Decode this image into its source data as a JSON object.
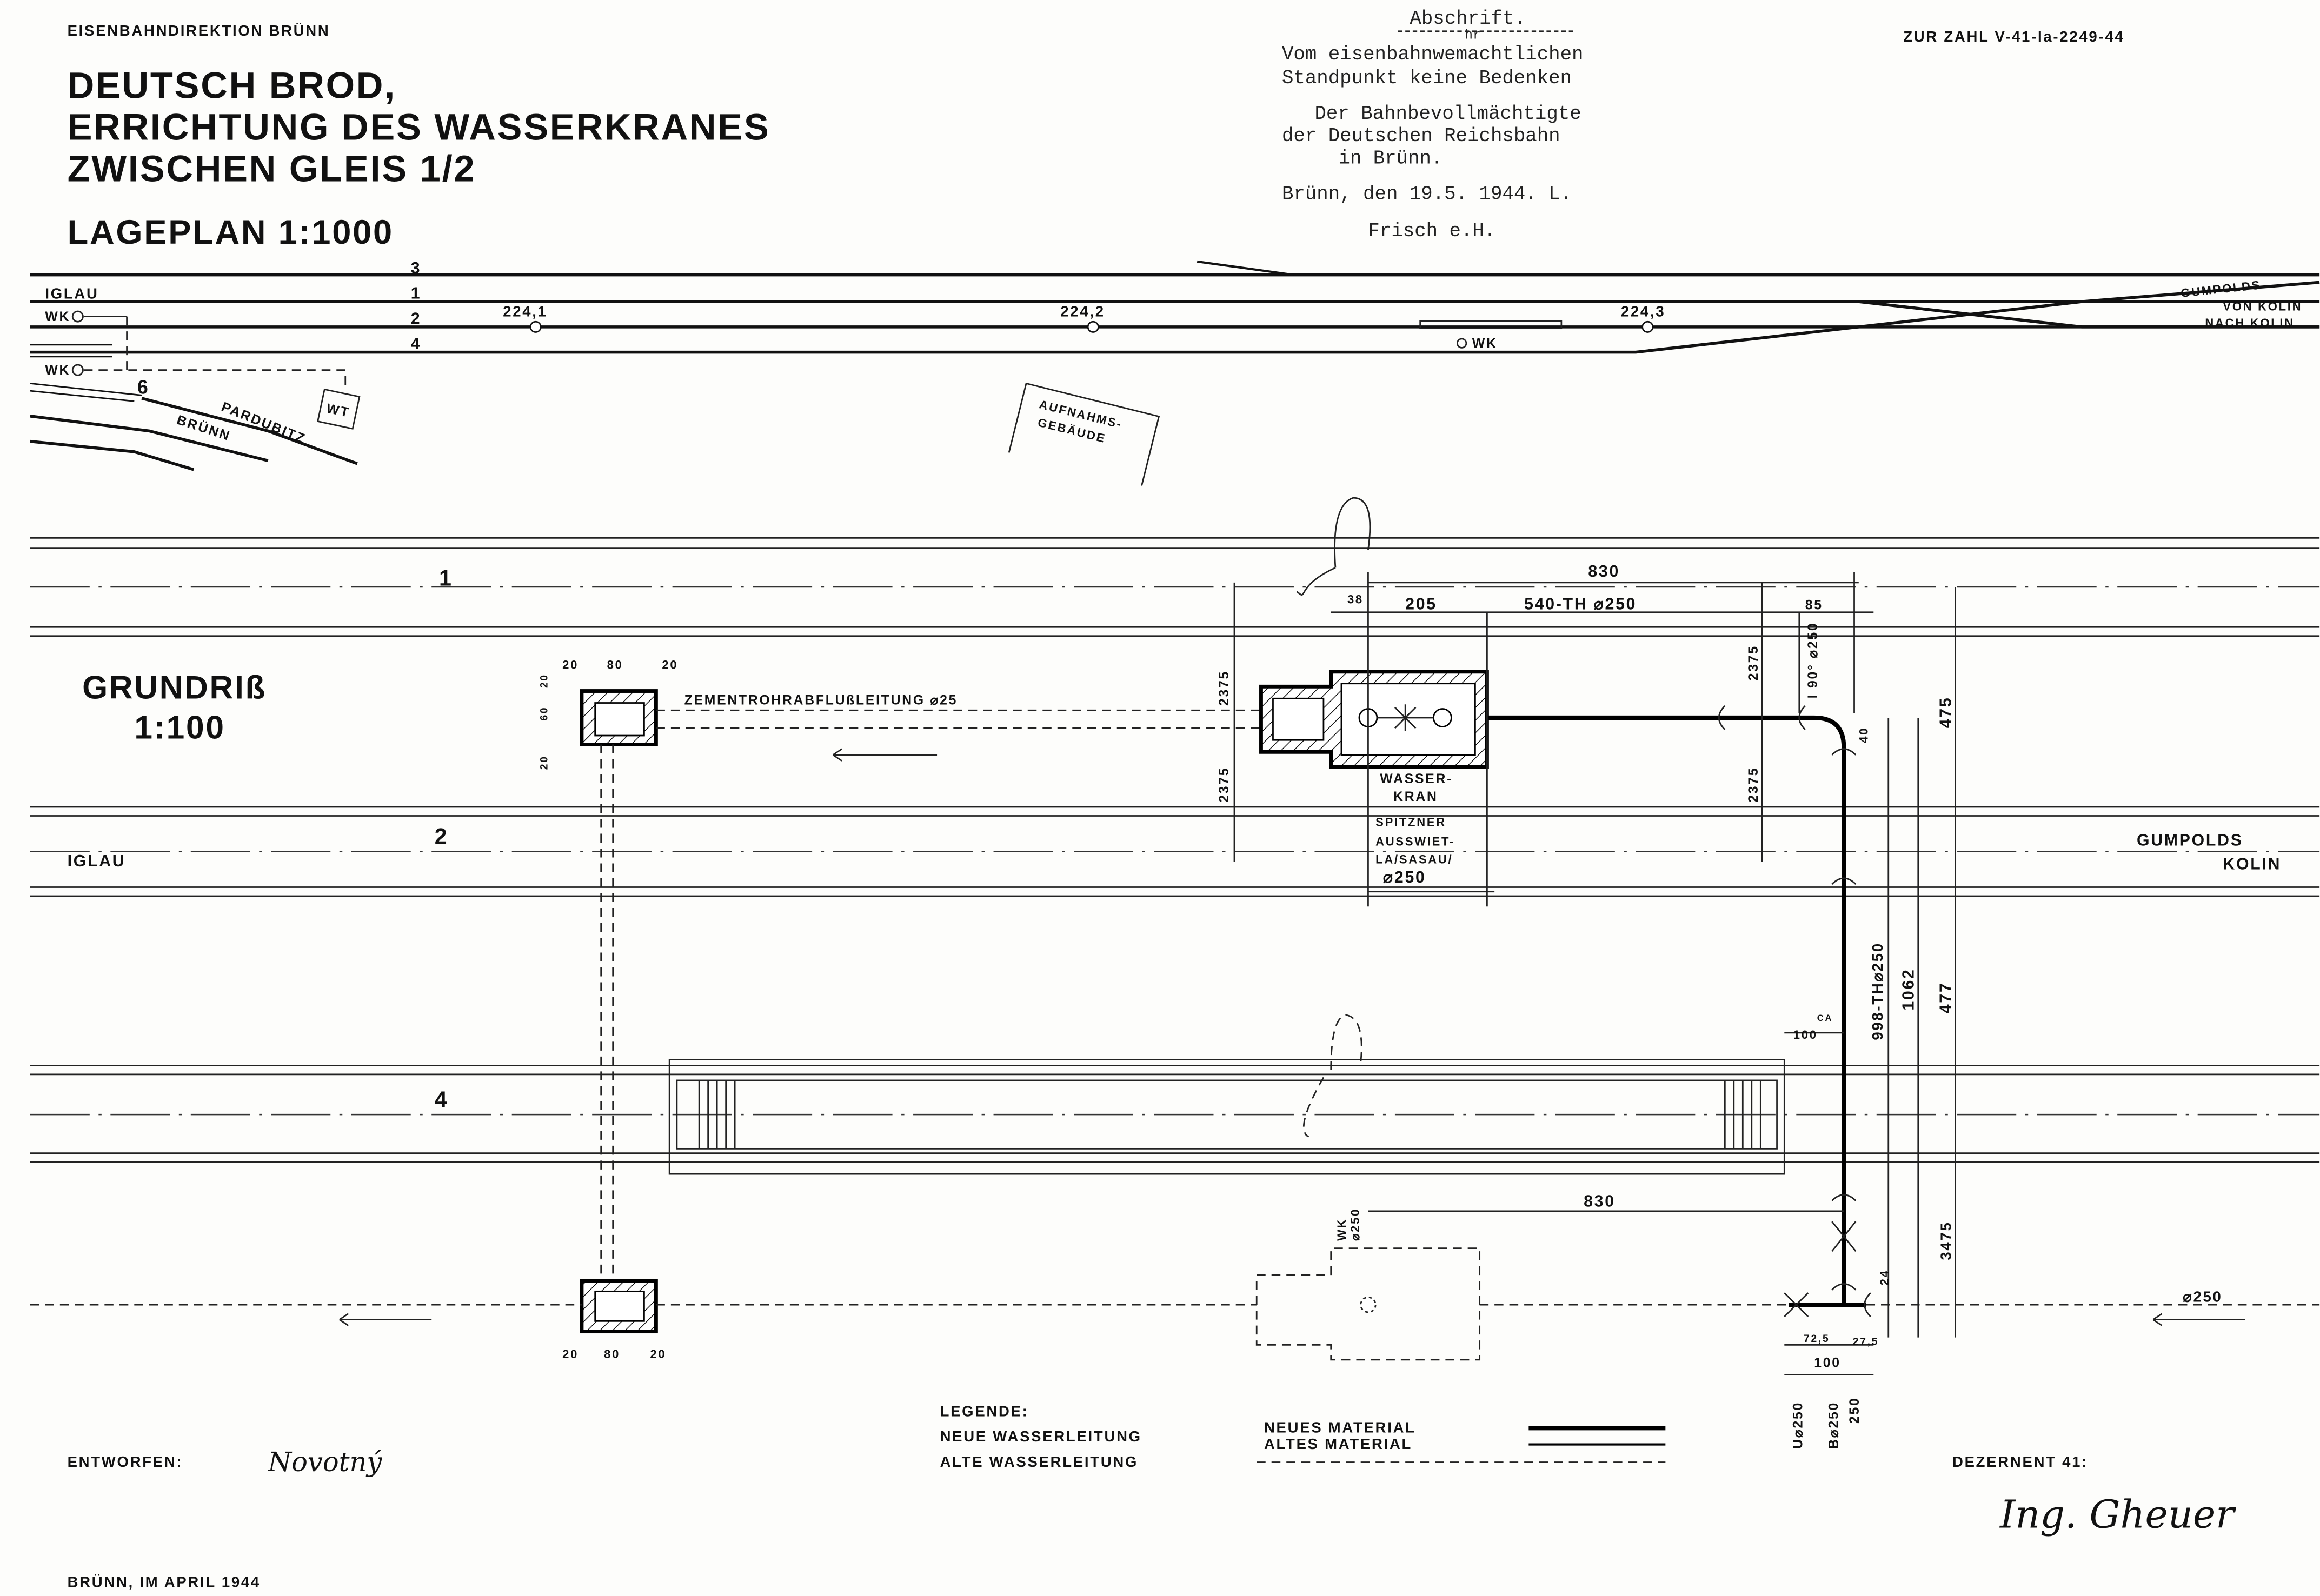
{
  "header": {
    "authority": "EISENBAHNDIREKTION BRÜNN",
    "title_lines": [
      "DEUTSCH BROD,",
      "ERRICHTUNG DES WASSERKRANES",
      "ZWISCHEN GLEIS 1/2"
    ],
    "site_plan_label": "LAGEPLAN 1:1000",
    "file_number": "ZUR ZAHL V-41-Ia-2249-44"
  },
  "approval_note": {
    "heading": "Abschrift.",
    "insertion": "hr",
    "lines": [
      "Vom eisenbahnwemachtlichen",
      "Standpunkt keine Bedenken",
      "Der Bahnbevollmächtigte",
      "der Deutschen Reichsbahn",
      "in Brünn.",
      "Brünn, den 19.5. 1944.   L.",
      "Frisch    e.H."
    ]
  },
  "site_plan": {
    "track_numbers": [
      "3",
      "1",
      "2",
      "4",
      "6"
    ],
    "direction_left": "IGLAU",
    "water_crane_labels": [
      "WK",
      "WK",
      "WK"
    ],
    "kilometer_marks": [
      "224,1",
      "224,2",
      "224,3"
    ],
    "branch_labels": [
      "PARDUBITZ",
      "BRÜNN"
    ],
    "water_tower": "WT",
    "station_building": [
      "AUFNAHMS-",
      "GEBÄUDE"
    ],
    "right_labels": [
      "GUMPOLDS",
      "VON KOLIN",
      "NACH KOLIN"
    ]
  },
  "ground_plan": {
    "label_lines": [
      "GRUNDRIß",
      "1:100"
    ],
    "track_numbers": [
      "1",
      "2",
      "4"
    ],
    "direction_left": "IGLAU",
    "direction_right": [
      "GUMPOLDS",
      "KOLIN"
    ],
    "drain_label": "ZEMENTROHRABFLUßLEITUNG ⌀25",
    "crane_label": [
      "WASSER-",
      "KRAN"
    ],
    "crane_maker": [
      "SPITZNER",
      "AUSSWIET-",
      "LA/SASAU/",
      "⌀250"
    ],
    "old_crane_label": [
      "WK",
      "⌀250"
    ],
    "manhole_dims_top": [
      "20",
      "80",
      "20"
    ],
    "manhole_dims_side": [
      "20",
      "60",
      "20"
    ],
    "manhole_dims_bottom": [
      "20",
      "80",
      "20"
    ],
    "dimensions": {
      "d830_top": "830",
      "d38": "38",
      "d205": "205",
      "d540": "540-TH ⌀250",
      "d85": "85",
      "elbow": "I 90° ⌀250",
      "d2375": "2375",
      "d475": "475",
      "d40": "40",
      "d998": "998-TH⌀250",
      "d1062": "1062",
      "d477": "477",
      "ca": "CA",
      "d100": "100",
      "d830_bottom": "830",
      "d3475": "3475",
      "d24": "24",
      "main_pipe": "⌀250",
      "d72_5": "72,5",
      "d27_5": "27,5",
      "d100_bottom": "100",
      "u250": "U⌀250",
      "b250": "B⌀250",
      "d250": "250"
    }
  },
  "legend": {
    "title": "LEGENDE:",
    "new_pipe": "NEUE WASSERLEITUNG",
    "new_material": "NEUES MATERIAL",
    "old_material": "ALTES MATERIAL",
    "old_pipe": "ALTE WASSERLEITUNG"
  },
  "footer": {
    "designed_by_label": "ENTWORFEN:",
    "designed_by_signature": "Novotný",
    "place_date": "BRÜNN, IM APRIL 1944",
    "department_label": "DEZERNENT 41:",
    "department_signature": "Ing. Gheuer"
  }
}
